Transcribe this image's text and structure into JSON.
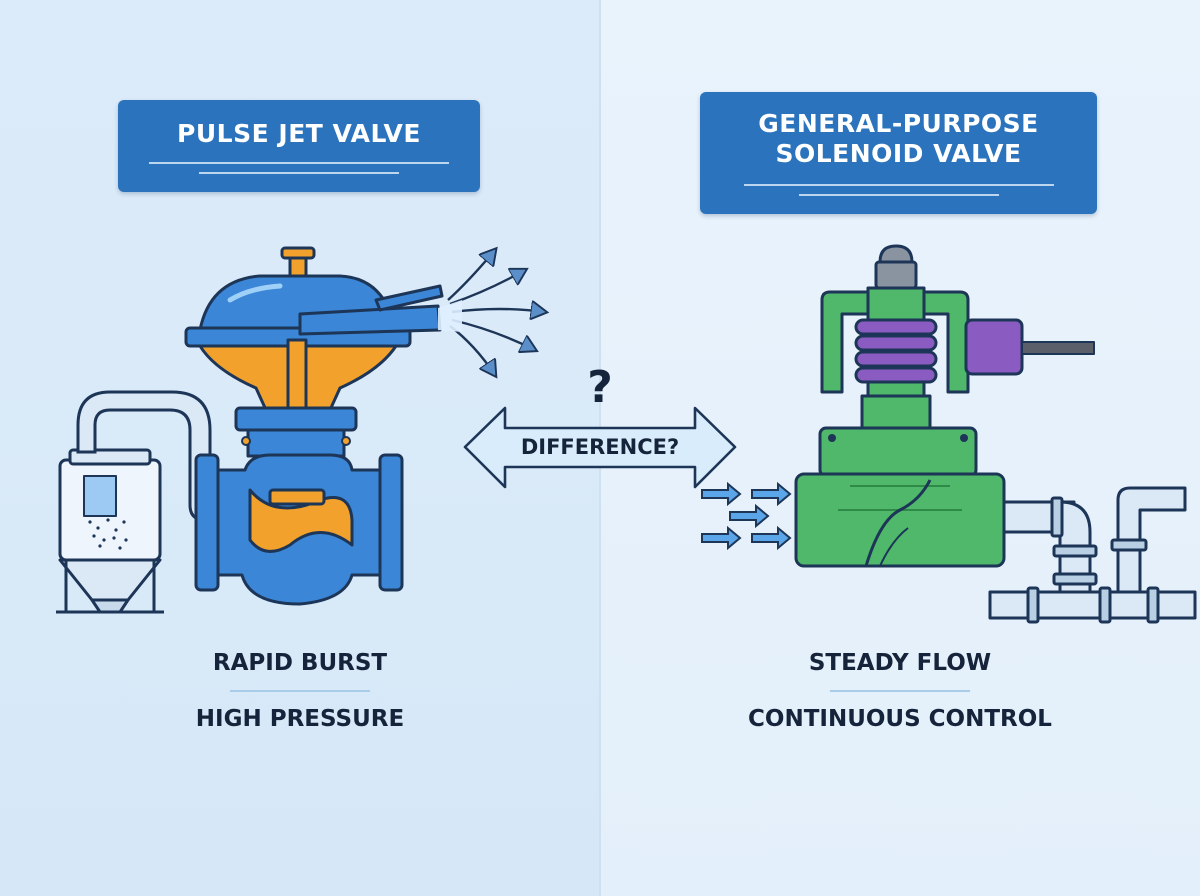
{
  "left": {
    "title": "PULSE JET VALVE",
    "caption_top": "RAPID BURST",
    "caption_bottom": "HIGH PRESSURE"
  },
  "right": {
    "title_line1": "GENERAL-PURPOSE",
    "title_line2": "SOLENOID VALVE",
    "caption_top": "STEADY FLOW",
    "caption_bottom": "CONTINUOUS CONTROL"
  },
  "center": {
    "question_mark": "?",
    "label": "DIFFERENCE?"
  },
  "colors": {
    "title_box": "#2b74bd",
    "pulse_valve_blue": "#3b86d6",
    "pulse_valve_orange": "#f2a22c",
    "solenoid_green": "#4fb86a",
    "solenoid_coil": "#8a5bc0",
    "outline": "#1d3557"
  }
}
